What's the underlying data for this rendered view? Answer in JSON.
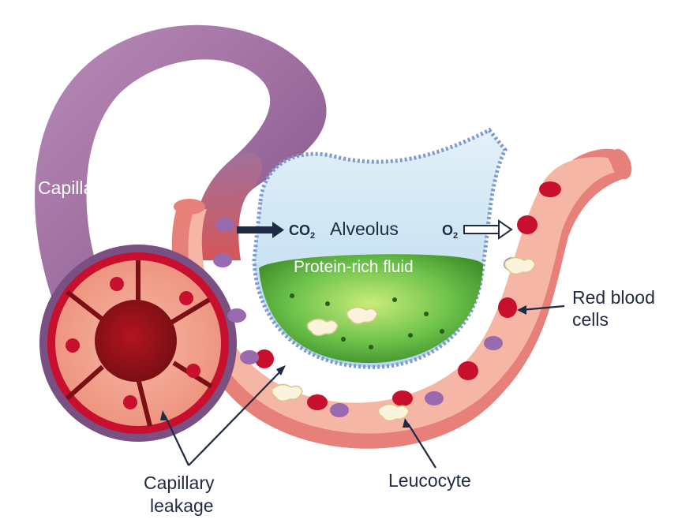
{
  "labels": {
    "capillary": "Capillary",
    "alveolus": "Alveolus",
    "protein_fluid": "Protein-rich fluid",
    "co2_main": "CO",
    "co2_sub": "2",
    "o2_main": "O",
    "o2_sub": "2",
    "red_blood_line1": "Red blood",
    "red_blood_line2": "cells",
    "capillary_leakage_line1": "Capillary",
    "capillary_leakage_line2": "leakage",
    "leucocyte": "Leucocyte"
  },
  "colors": {
    "capillary_purple": "#9b6b9e",
    "vessel_wall": "#e8807a",
    "vessel_lumen": "#f6b6a6",
    "alveolus_fill": "#cfe6f3",
    "alveolus_border": "#7e9ad1",
    "fluid_green": "#6cc24a",
    "rbc_red": "#c8102e",
    "label_navy": "#1f2a44"
  }
}
